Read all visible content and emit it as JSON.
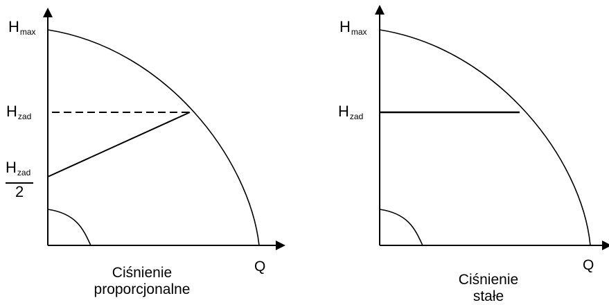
{
  "diagrams": [
    {
      "id": "proportional",
      "hmax_label": {
        "letter": "H",
        "sub": "max"
      },
      "hzad_label": {
        "letter": "H",
        "sub": "zad"
      },
      "half_label": {
        "letter": "H",
        "sub": "zad",
        "denominator": "2"
      },
      "x_axis_label": "Q",
      "caption_line1": "Ciśnienie",
      "caption_line2": "proporcjonalne"
    },
    {
      "id": "constant",
      "hmax_label": {
        "letter": "H",
        "sub": "max"
      },
      "hzad_label": {
        "letter": "H",
        "sub": "zad"
      },
      "x_axis_label": "Q",
      "caption_line1": "Ciśnienie",
      "caption_line2": "stałe"
    }
  ]
}
